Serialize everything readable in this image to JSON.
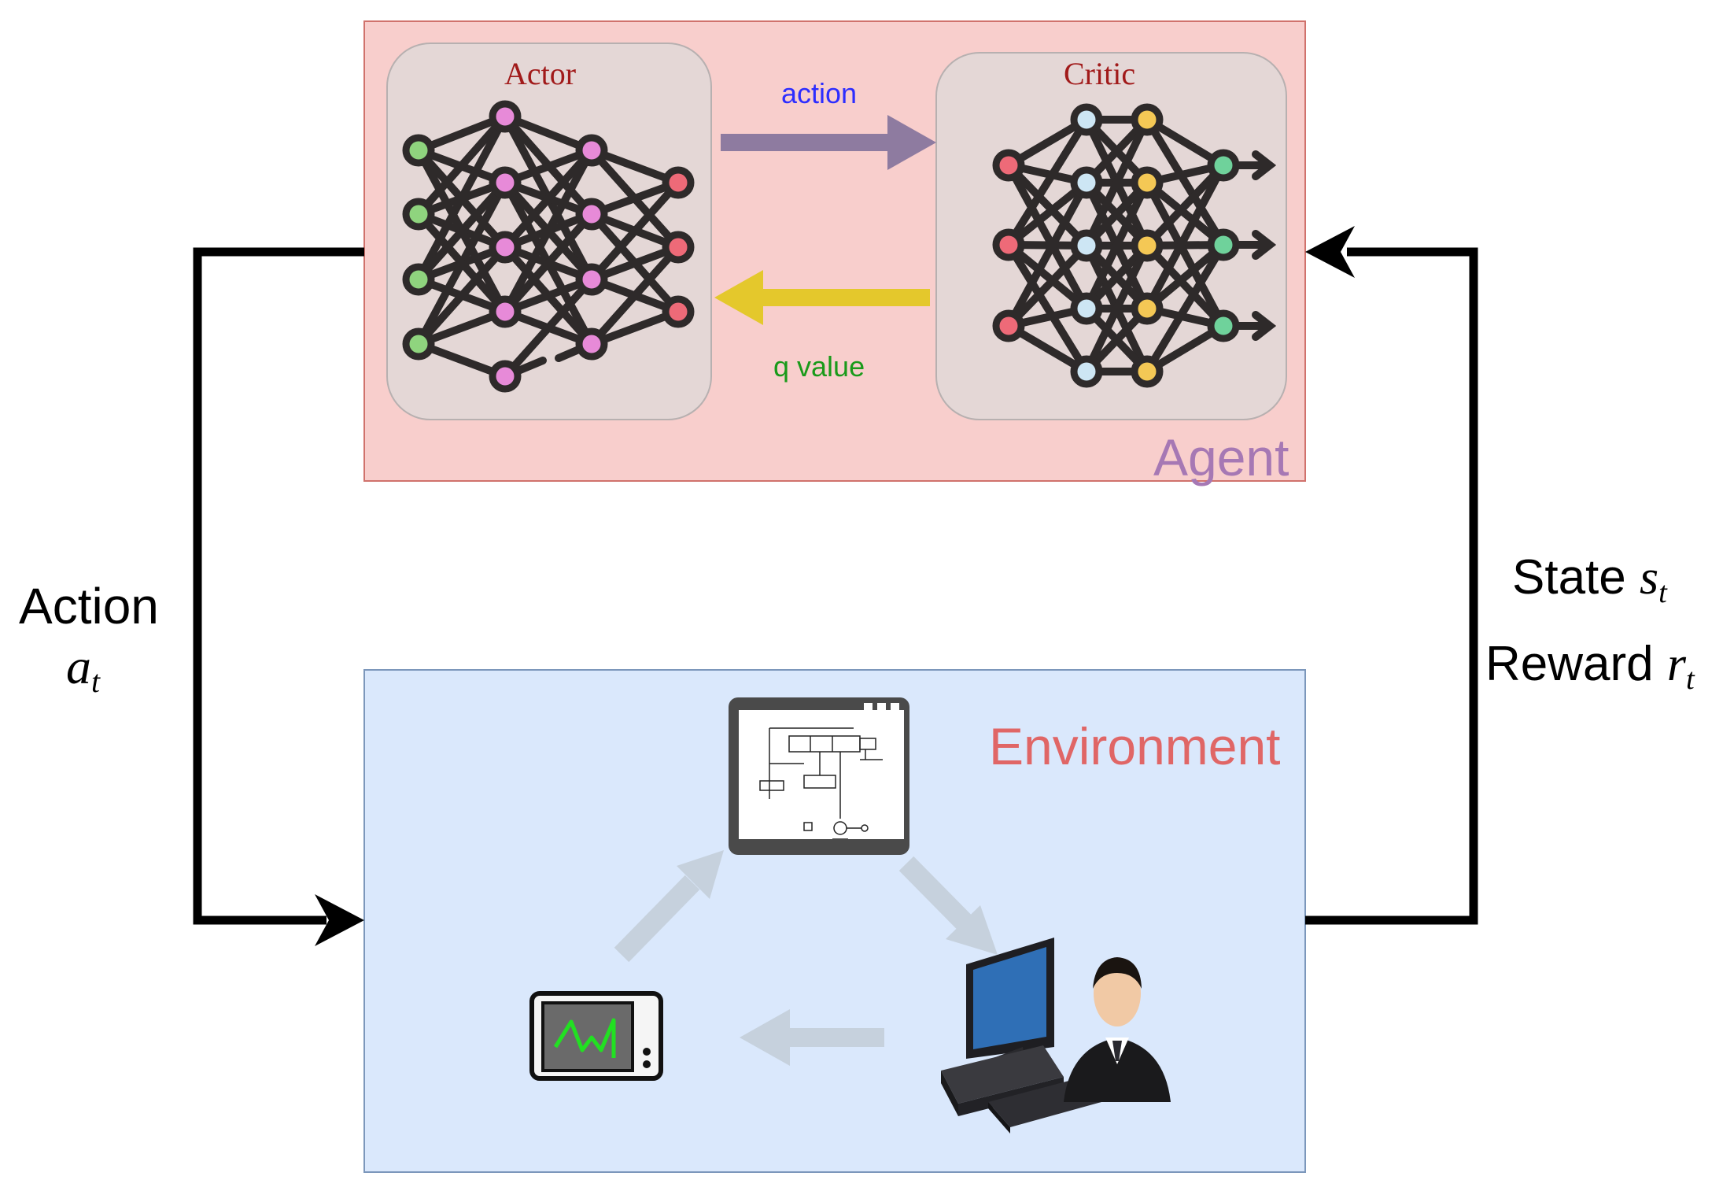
{
  "colors": {
    "agent_fill": "#f8cecc",
    "agent_border": "#d0726c",
    "environment_fill": "#dae8fc",
    "environment_border": "#7c97bb",
    "network_panel_fill": "#e4d7d6",
    "actor_title": "#a11a1a",
    "critic_title": "#a11a1a",
    "action_msg": "#2d2dff",
    "action_arrow": "#8e7ba0",
    "qvalue_msg": "#1a9a1a",
    "qvalue_arrow": "#e4c82c",
    "agent_label": "#a678b4",
    "environment_label": "#e06666",
    "env_cycle_arrows": "#c6d1dd",
    "loop_arrows": "#000000"
  },
  "agent": {
    "label": "Agent",
    "actor": {
      "title": "Actor"
    },
    "critic": {
      "title": "Critic"
    },
    "action_message": "action",
    "qvalue_message": "q value"
  },
  "environment": {
    "label": "Environment",
    "icons": [
      "simulation-window-icon",
      "operator-computer-icon",
      "oscilloscope-icon"
    ]
  },
  "loop": {
    "action_label": "Action",
    "action_symbol": "a",
    "action_subscript": "t",
    "state_label": "State",
    "state_symbol": "s",
    "state_subscript": "t",
    "reward_label": "Reward",
    "reward_symbol": "r",
    "reward_subscript": "t"
  }
}
